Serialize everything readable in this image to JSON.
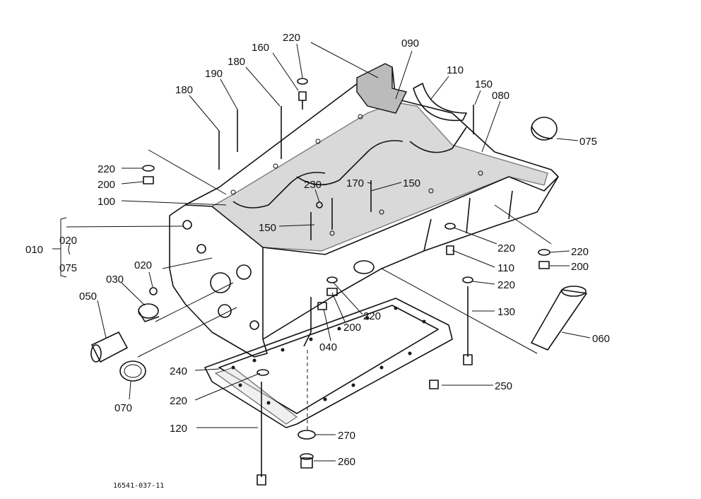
{
  "labels": {
    "l220_top": "220",
    "l160": "160",
    "l090": "090",
    "l110_top": "110",
    "l180_a": "180",
    "l190": "190",
    "l180_b": "180",
    "l150_top": "150",
    "l080": "080",
    "l075_right": "075",
    "l220_left": "220",
    "l200_left": "200",
    "l230": "230",
    "l170": "170",
    "l150_mid": "150",
    "l100": "100",
    "l150_low": "150",
    "l010": "010",
    "l020_bracket": "020",
    "l075_bracket": "075",
    "l020": "020",
    "l030": "030",
    "l050": "050",
    "l070": "070",
    "l220_r1": "220",
    "l220_r2": "220",
    "l200_r": "200",
    "l110_r": "110",
    "l220_r3": "220",
    "l130": "130",
    "l220_c": "220",
    "l200_c": "200",
    "l040": "040",
    "l060": "060",
    "l240": "240",
    "l220_bl": "220",
    "l250": "250",
    "l120": "120",
    "l270": "270",
    "l260": "260"
  },
  "drawing_number": "16541-037-11"
}
